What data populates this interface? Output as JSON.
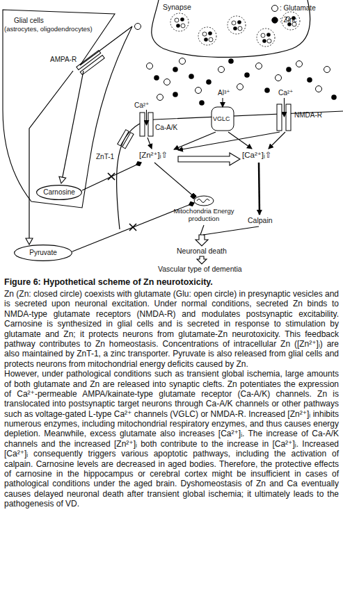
{
  "diagram": {
    "title": "Figure 6: Hypothetical scheme of Zn neurotoxicity.",
    "caption": "Zn (Zn: closed circle) coexists with glutamate (Glu: open circle) in presynaptic vesicles and is secreted upon neuronal excitation. Under normal conditions, secreted Zn binds to NMDA-type glutamate receptors (NMDA-R) and modulates postsynaptic excitability. Carnosine is synthesized in glial cells and is secreted in response to stimulation by glutamate and Zn; it protects neurons from glutamate-Zn neurotoxicity. This feedback pathway contributes to Zn homeostasis. Concentrations of intracellular Zn ([Zn²⁺]ᵢ) are also maintained by ZnT-1, a zinc transporter. Pyruvate is also released from glial cells and protects neurons from mitochondrial energy deficits caused by Zn.",
    "nodes": [
      {
        "text": [
          "Glial cells",
          "(astrocytes, oligodendrocytes)"
        ]
      },
      {
        "text": [
          "Carnosine"
        ],
        "in": 0
      },
      {
        "text": [
          "Pyruvate"
        ]
      }
    ],
    "edges": [
      {
        "from": 0,
        "to": 2,
        "arrow": "to"
      }
    ],
    "labels": [
      "Synapse",
      "AMPA-R",
      "ZnT-1",
      "Ca²⁺",
      "Ca-A/K",
      "Al³⁺",
      "VGLC",
      "Ca²⁺",
      "NMDA-R",
      "[Zn²⁺]ᵢ⇧",
      "[Ca²⁺]ᵢ⇧",
      "Mitochondria Energy production",
      "Calpain",
      "Neuronal death",
      "Vascular type of dementia",
      "However, under pathological conditions such as transient global ischemia, large amounts of both glutamate and Zn are released into synaptic clefts. Zn potentiates the expression of Ca²⁺-permeable AMPA/kainate-type glutamate receptor (Ca-A/K) channels. Zn is translocated into postsynaptic target neurons through Ca-A/K channels or other pathways such as voltage-gated L-type Ca²⁺ channels (VGLC) or NMDA-R. Increased [Zn²⁺]ᵢ inhibits numerous enzymes, including mitochondrial respiratory enzymes, and thus causes energy depletion. Meanwhile, excess glutamate also increases [Ca²⁺]ᵢ. The increase of Ca-A/K channels and the increased [Zn²⁺]ᵢ both contribute to the increase in [Ca²⁺]ᵢ. Increased [Ca²⁺]ᵢ consequently triggers various apoptotic pathways, including the activation of calpain. Carnosine levels are decreased in aged bodies. Therefore, the protective effects of carnosine in the hippocampus or cerebral cortex might be insufficient in cases of pathological conditions under the aged brain. Dyshomeostasis of Zn and Ca eventually causes delayed neuronal death after transient global ischemia; it ultimately leads to the pathogenesis of VD."
    ],
    "legend": [
      {
        "text": ": Glutamate"
      },
      {
        "text": ": Zinc"
      }
    ]
  }
}
